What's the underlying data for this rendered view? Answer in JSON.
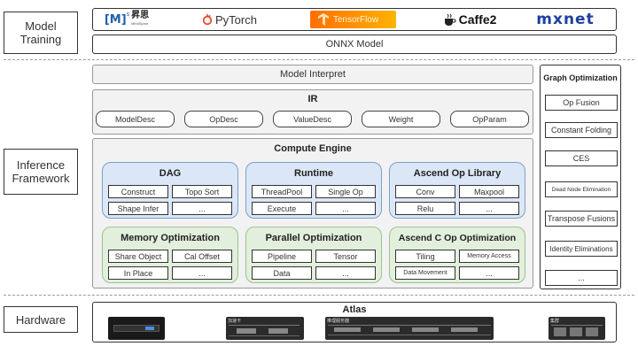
{
  "layers": {
    "training": "Model Training",
    "inference": "Inference Framework",
    "hardware": "Hardware"
  },
  "frameworks": {
    "mindspore_mark": "[M]",
    "mindspore_sup": "s",
    "mindspore_cn": "昇思",
    "mindspore_en": "MindSpore",
    "pytorch": "PyTorch",
    "tensorflow": "TensorFlow",
    "caffe2": "Caffe2",
    "mxnet": "mxnet"
  },
  "onnx": "ONNX Model",
  "model_interpret": "Model Interpret",
  "ir": {
    "title": "IR",
    "items": [
      "ModelDesc",
      "OpDesc",
      "ValueDesc",
      "Weight",
      "OpParam"
    ]
  },
  "compute_engine": {
    "title": "Compute Engine",
    "dag": {
      "title": "DAG",
      "cells": [
        "Construct",
        "Topo Sort",
        "Shape Infer",
        "..."
      ]
    },
    "runtime": {
      "title": "Runtime",
      "cells": [
        "ThreadPool",
        "Single Op",
        "Execute",
        "..."
      ]
    },
    "ascend_lib": {
      "title": "Ascend Op Library",
      "cells": [
        "Conv",
        "Maxpool",
        "Relu",
        "..."
      ]
    },
    "memory": {
      "title": "Memory Optimization",
      "cells": [
        "Share Object",
        "Cal Offset",
        "In Place",
        "..."
      ]
    },
    "parallel": {
      "title": "Parallel Optimization",
      "cells": [
        "Pipeline",
        "Tensor",
        "Data",
        "..."
      ]
    },
    "ascendc": {
      "title": "Ascend C Op Optimization",
      "cells": [
        "Tiling",
        "Memory Access",
        "Data Movement",
        "..."
      ]
    }
  },
  "graph_opt": {
    "title": "Graph Optimization",
    "items": [
      "Op Fusion",
      "Constant Folding",
      "CES",
      "Dead Node Elimination",
      "Transpose Fusions",
      "Identity Eliminations",
      "..."
    ]
  },
  "atlas": {
    "title": "Atlas",
    "card1_title": "加速卡",
    "card2_title": "推理服务器",
    "card3_title": "集群"
  },
  "colors": {
    "blue_fill": "#dbe7f6",
    "green_fill": "#e2efdc",
    "pytorch": "#ee4c2c",
    "tensorflow": "#ff8f00",
    "mxnet": "#1f3f9f"
  }
}
